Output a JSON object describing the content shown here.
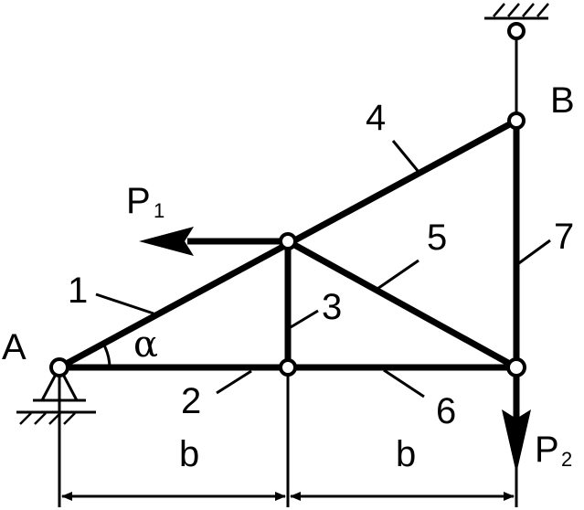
{
  "points": {
    "A": "A",
    "B": "B"
  },
  "forces": {
    "P1": {
      "letter": "P",
      "subscript": "1"
    },
    "P2": {
      "letter": "P",
      "subscript": "2"
    }
  },
  "angle": "α",
  "members": [
    "1",
    "2",
    "3",
    "4",
    "5",
    "6",
    "7"
  ],
  "dimensions": [
    "b",
    "b"
  ]
}
